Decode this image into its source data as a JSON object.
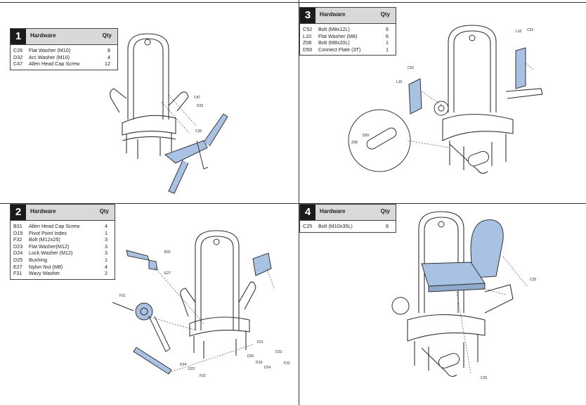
{
  "steps": [
    {
      "number": "1",
      "header": {
        "title": "Hardware",
        "qty": "Qty"
      },
      "rows": [
        {
          "code": "C26",
          "desc": "Flat Washer (M10)",
          "qty": "8"
        },
        {
          "code": "D32",
          "desc": "Arc Washer (M10)",
          "qty": "4"
        },
        {
          "code": "C47",
          "desc": "Allen Head Cap Screw",
          "qty": "12"
        }
      ],
      "callouts": [
        "C47",
        "D32",
        "C26"
      ]
    },
    {
      "number": "2",
      "header": {
        "title": "Hardware",
        "qty": "Qty"
      },
      "rows": [
        {
          "code": "B31",
          "desc": "Allen Head Cap Screw",
          "qty": "4"
        },
        {
          "code": "D19",
          "desc": "Pivot Point Index",
          "qty": "1"
        },
        {
          "code": "F32",
          "desc": "Bolt (M12x25)",
          "qty": "3"
        },
        {
          "code": "D23",
          "desc": "Flat Washer(M12)",
          "qty": "3"
        },
        {
          "code": "D24",
          "desc": "Lock Washer (M12)",
          "qty": "3"
        },
        {
          "code": "D25",
          "desc": "Bushing",
          "qty": "1"
        },
        {
          "code": "E27",
          "desc": "Nylon Nut (M8)",
          "qty": "4"
        },
        {
          "code": "F31",
          "desc": "Wavy Washer",
          "qty": "2"
        }
      ],
      "callouts": [
        "B31",
        "E27",
        "F31",
        "D24",
        "D23",
        "F32",
        "F31",
        "D25",
        "D19",
        "D24",
        "D23",
        "F32"
      ]
    },
    {
      "number": "3",
      "header": {
        "title": "Hardware",
        "qty": "Qty"
      },
      "rows": [
        {
          "code": "C52",
          "desc": "Bolt (M8x12L)",
          "qty": "6"
        },
        {
          "code": "L10",
          "desc": "Flat Washer (M8)",
          "qty": "6"
        },
        {
          "code": "Z08",
          "desc": "Bolt (M8x20L)",
          "qty": "1"
        },
        {
          "code": "D50",
          "desc": "Connect Plate (3T)",
          "qty": "1"
        }
      ],
      "callouts": [
        "L10",
        "C52",
        "C52",
        "L10",
        "D50",
        "Z08"
      ]
    },
    {
      "number": "4",
      "header": {
        "title": "Hardware",
        "qty": "Qty"
      },
      "rows": [
        {
          "code": "C25",
          "desc": "Bolt (M10x35L)",
          "qty": "8"
        }
      ],
      "callouts": [
        "C25",
        "C25"
      ]
    }
  ],
  "colors": {
    "highlight_part": "#a9c2e3",
    "frame_line": "#333333",
    "header_fill": "#d9d9d9",
    "number_fill": "#1a1a1a"
  }
}
